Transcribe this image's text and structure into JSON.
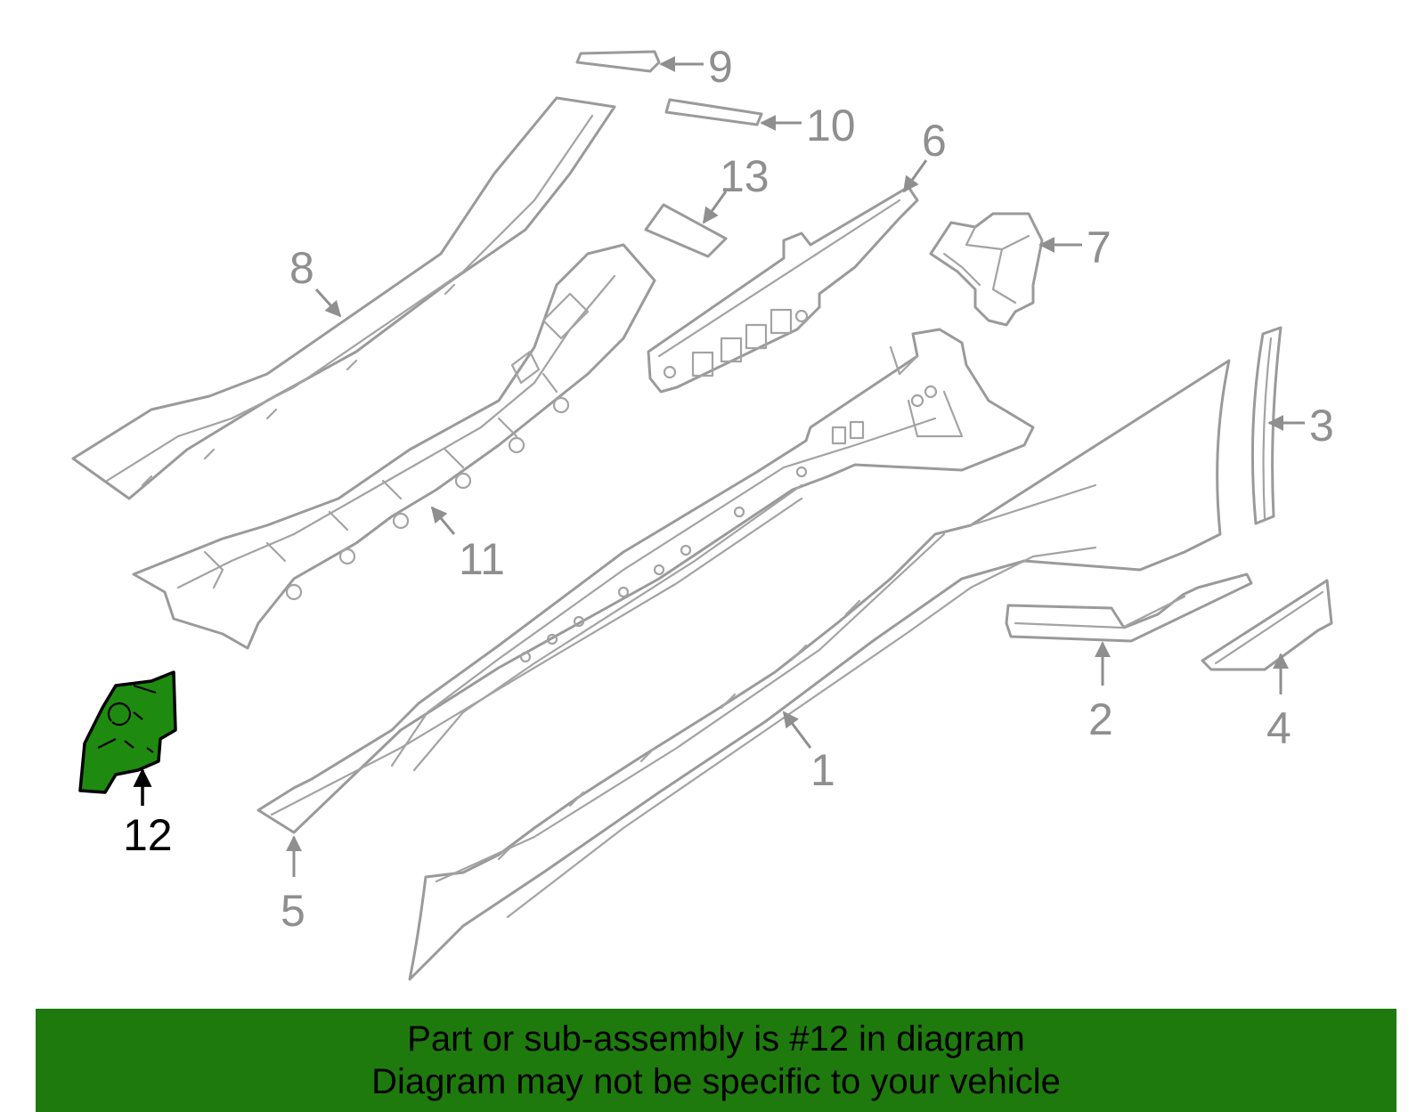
{
  "diagram": {
    "highlight_color": "#1f8a10",
    "callouts": {
      "c1": "1",
      "c2": "2",
      "c3": "3",
      "c4": "4",
      "c5": "5",
      "c6": "6",
      "c7": "7",
      "c8": "8",
      "c9": "9",
      "c10": "10",
      "c11": "11",
      "c12": "12",
      "c13": "13"
    }
  },
  "banner": {
    "line1": "Part or sub-assembly is #12 in diagram",
    "line2": "Diagram may not be specific to your vehicle",
    "color": "#1f7a0e"
  }
}
